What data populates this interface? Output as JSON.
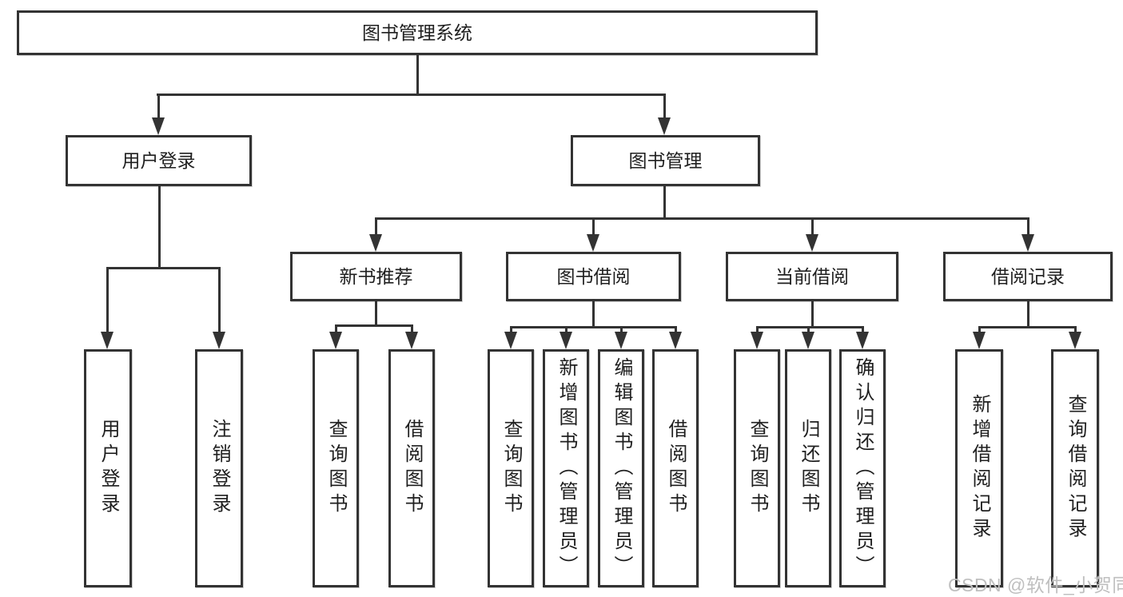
{
  "colors": {
    "line": "#333333",
    "box_border": "#333333",
    "box_background": "#ffffff",
    "text": "#1f1f1f",
    "watermark": "#bfbfbf"
  },
  "watermark": {
    "text": "CSDN @软件_小贺同学"
  },
  "tree": {
    "label": "图书管理系统",
    "children": [
      {
        "label": "用户登录",
        "children": [
          {
            "label": "用户登录"
          },
          {
            "label": "注销登录"
          }
        ]
      },
      {
        "label": "图书管理",
        "children": [
          {
            "label": "新书推荐",
            "children": [
              {
                "label": "查询图书"
              },
              {
                "label": "借阅图书"
              }
            ]
          },
          {
            "label": "图书借阅",
            "children": [
              {
                "label": "查询图书"
              },
              {
                "label": "新增图书（管理员）"
              },
              {
                "label": "编辑图书（管理员）"
              },
              {
                "label": "借阅图书"
              }
            ]
          },
          {
            "label": "当前借阅",
            "children": [
              {
                "label": "查询图书"
              },
              {
                "label": "归还图书"
              },
              {
                "label": "确认归还（管理员）"
              }
            ]
          },
          {
            "label": "借阅记录",
            "children": [
              {
                "label": "新增借阅记录"
              },
              {
                "label": "查询借阅记录"
              }
            ]
          }
        ]
      }
    ]
  }
}
